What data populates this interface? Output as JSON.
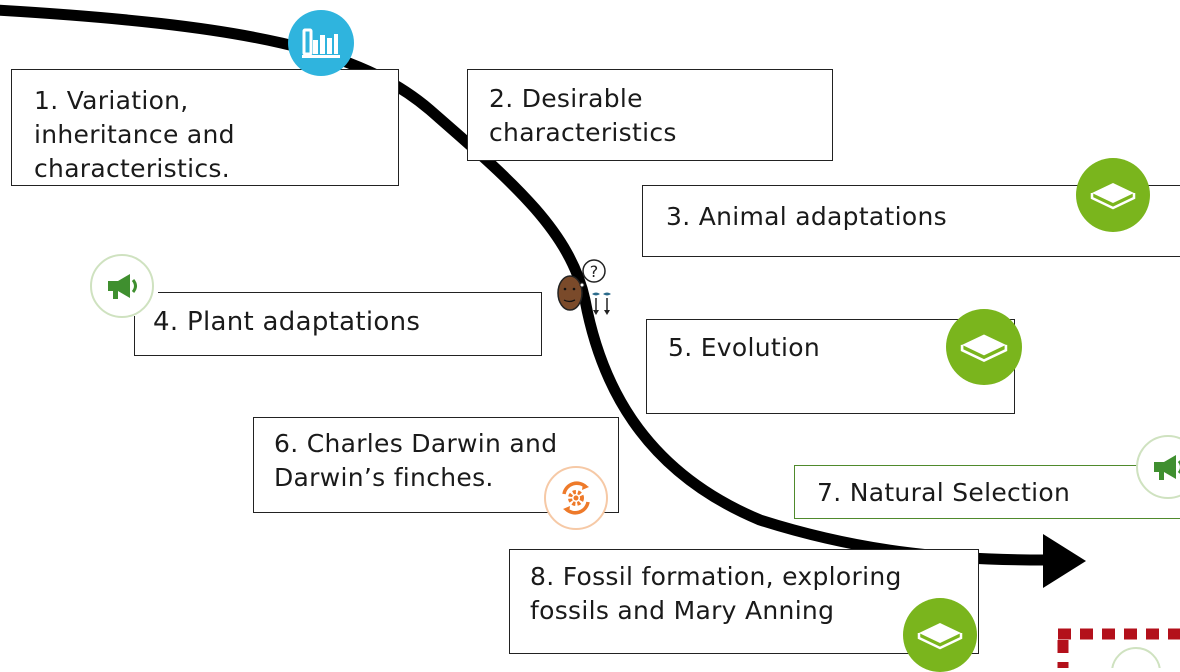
{
  "topics": [
    {
      "number": "1",
      "label": "1. Variation,\ninheritance and\ncharacteristics.",
      "icon": "bar-chart-icon"
    },
    {
      "number": "2",
      "label": "2. Desirable\ncharacteristics",
      "icon": "none"
    },
    {
      "number": "3",
      "label": "3. Animal adaptations",
      "icon": "book-icon"
    },
    {
      "number": "4",
      "label": "4. Plant adaptations",
      "icon": "megaphone-icon"
    },
    {
      "number": "5",
      "label": "5. Evolution",
      "icon": "book-icon"
    },
    {
      "number": "6",
      "label": "6. Charles Darwin and\nDarwin’s finches.",
      "icon": "cycle-gear-icon"
    },
    {
      "number": "7",
      "label": "7. Natural Selection",
      "icon": "megaphone-icon"
    },
    {
      "number": "8",
      "label": "8. Fossil formation, exploring\nfossils and Mary Anning",
      "icon": "book-icon"
    }
  ],
  "colors": {
    "path": "#000000",
    "chart_icon": "#2fb4de",
    "book_icon": "#7ab51d",
    "megaphone_icon": "#3f8f2f",
    "cycle_icon": "#ee7a2a",
    "dashed_frame": "#b3101b"
  },
  "decorations": [
    "thinking-person-icon",
    "dashed-frame"
  ]
}
